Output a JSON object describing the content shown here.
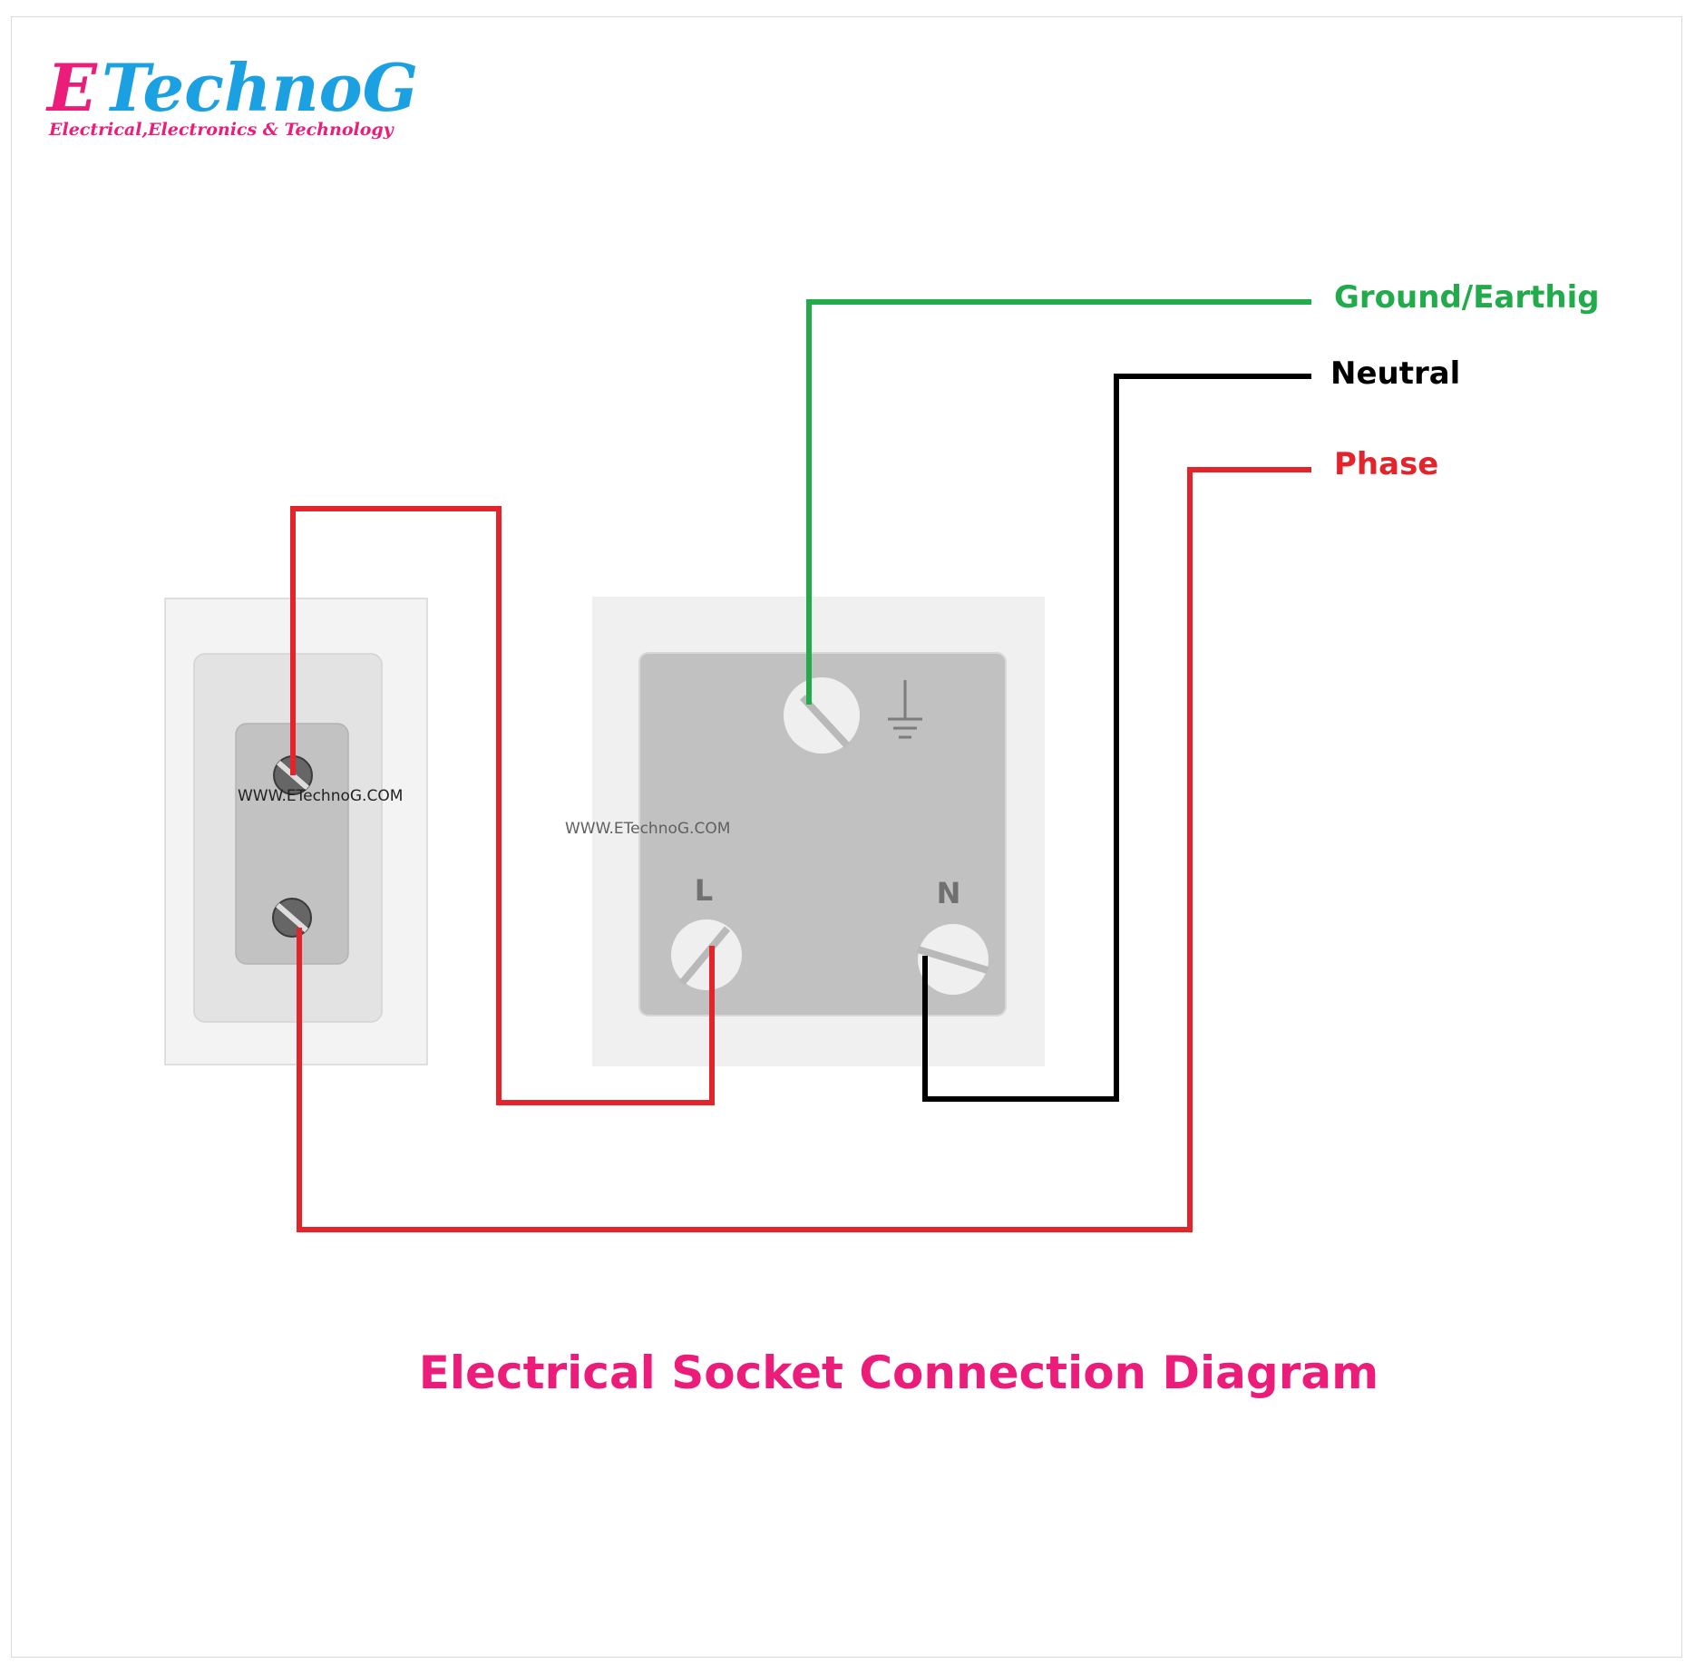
{
  "logo": {
    "initial": "E",
    "name": "TechnoG",
    "tagline": "Electrical,Electronics & Technology",
    "initial_color": "#ec1c7a",
    "name_color": "#1ba1e2",
    "tagline_color": "#ec1c7a"
  },
  "wires": {
    "ground": {
      "label": "Ground/Earthig",
      "color": "#22ab4b"
    },
    "neutral": {
      "label": "Neutral",
      "color": "#000000"
    },
    "phase": {
      "label": "Phase",
      "color": "#e3242b"
    }
  },
  "socket": {
    "live_label": "L",
    "neutral_label": "N",
    "ground_symbol": "earth-ground-symbol"
  },
  "watermarks": {
    "switch": "WWW.ETechnoG.COM",
    "socket": "WWW.ETechnoG.COM"
  },
  "title": {
    "text": "Electrical Socket Connection Diagram",
    "color": "#ec1c7a"
  }
}
